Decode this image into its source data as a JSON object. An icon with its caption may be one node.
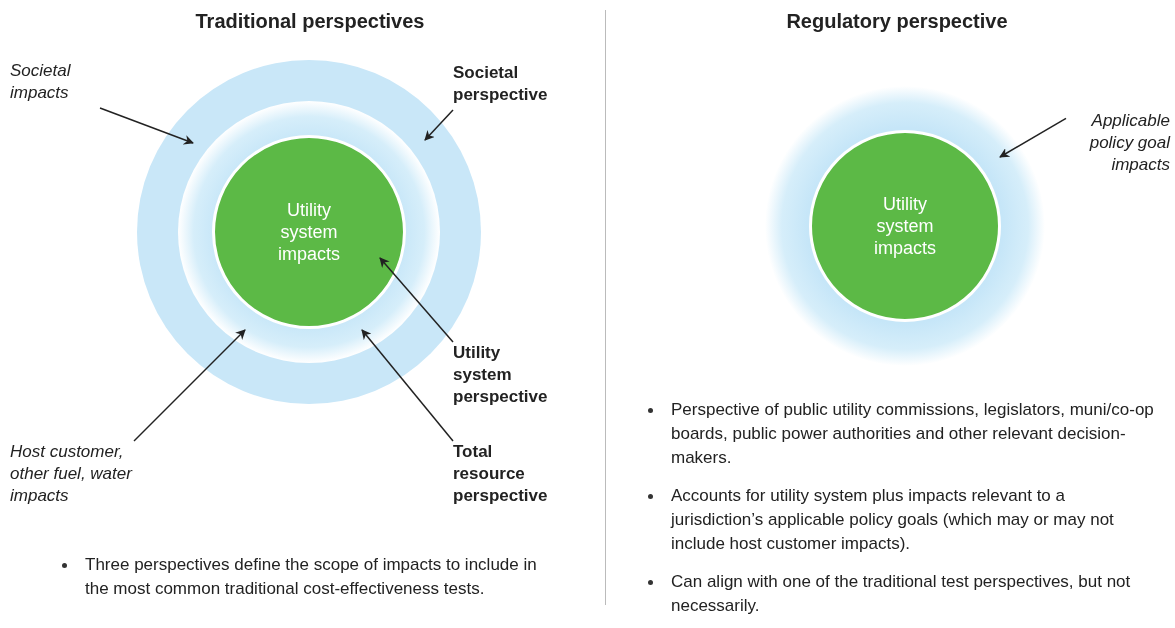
{
  "diagram": {
    "nodes": [
      {
        "text": [],
        "shape": "circle"
      },
      {
        "text": [],
        "shape": "circle",
        "in": 0
      },
      {
        "text": [
          "Utility system impacts"
        ],
        "in": 1
      },
      {
        "text": [
          "Societal impacts"
        ]
      },
      {
        "text": [
          "Societal perspective"
        ]
      },
      {
        "text": [
          "Utility system perspective"
        ]
      },
      {
        "text": [
          "Total resource perspective"
        ]
      },
      {
        "text": [
          "Host customer, other fuel, water impacts"
        ]
      },
      {
        "text": [],
        "shape": "circle"
      },
      {
        "text": [
          "Utility system impacts"
        ],
        "in": 8
      },
      {
        "text": [
          "Applicable policy goal impacts"
        ]
      }
    ],
    "edges": [
      {
        "from": 3,
        "to": 0,
        "arrow": "to"
      },
      {
        "from": 4,
        "to": 0,
        "arrow": "to"
      },
      {
        "from": 5,
        "to": 2,
        "arrow": "to"
      },
      {
        "from": 6,
        "to": 1,
        "arrow": "to"
      },
      {
        "from": 7,
        "to": 1,
        "arrow": "to"
      },
      {
        "from": 10,
        "to": 8,
        "arrow": "to"
      }
    ],
    "labels": [
      "Traditional perspectives",
      "Regulatory perspective",
      "Three perspectives define the scope of impacts to include in the most common traditional cost-effectiveness tests.",
      "Perspective of public utility commissions, legislators, muni/co-op boards, public power authorities and other relevant decision-makers.",
      "Accounts for utility system plus impacts relevant to a jurisdiction’s applicable policy goals (which may or may not include host customer impacts).",
      "Can align with one of the traditional test perspectives, but not necessarily."
    ]
  }
}
